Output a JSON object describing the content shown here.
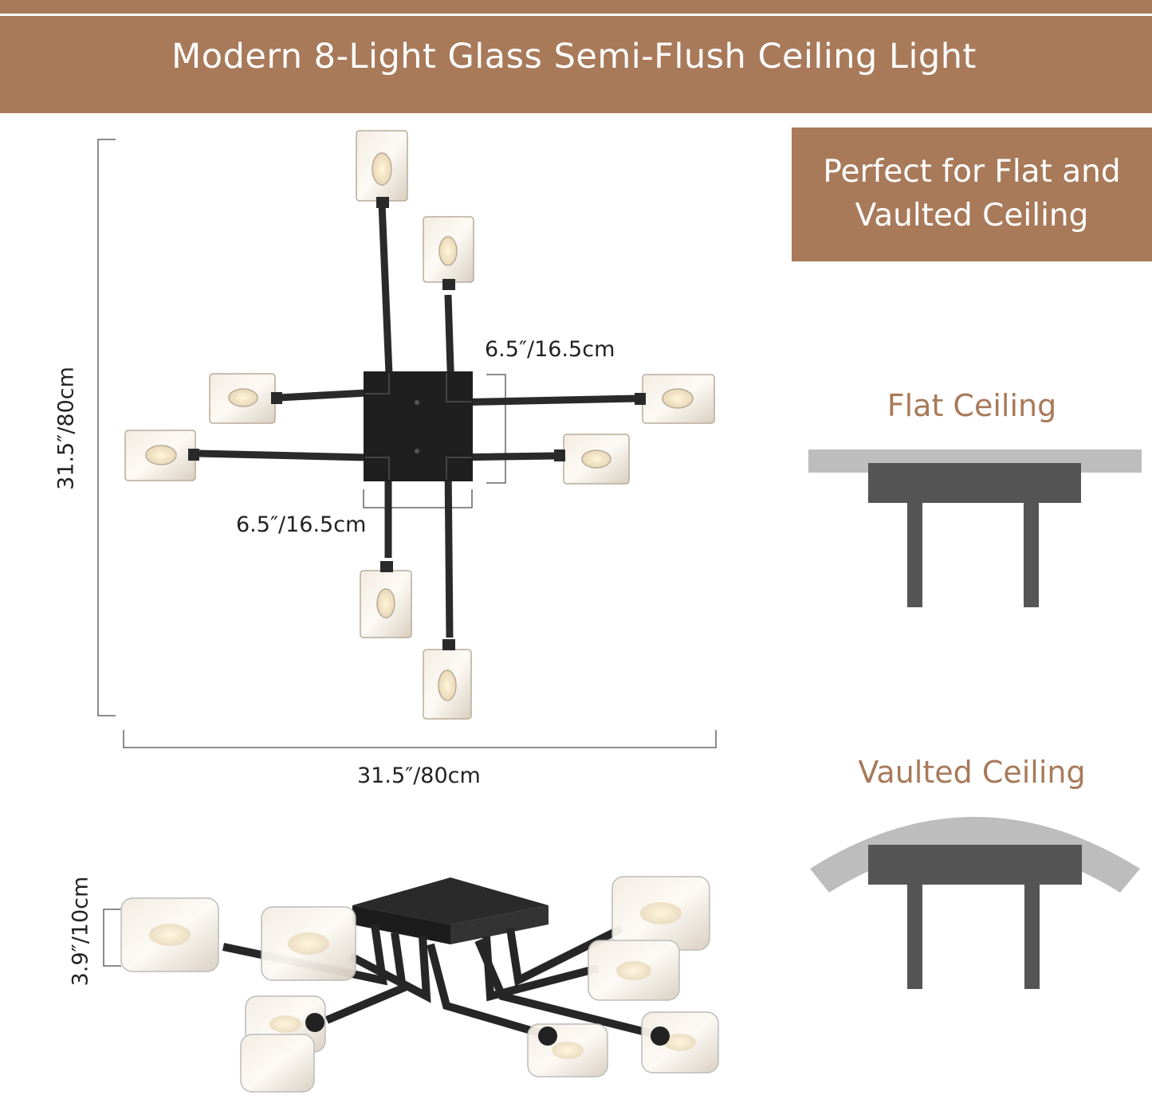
{
  "header": {
    "title": "Modern 8-Light Glass Semi-Flush Ceiling Light"
  },
  "callout": {
    "line1": "Perfect for Flat and",
    "line2": "Vaulted Ceiling"
  },
  "ceilings": {
    "flat_label": "Flat Ceiling",
    "vaulted_label": "Vaulted Ceiling"
  },
  "dimensions": {
    "height": "31.5″/80cm",
    "width": "31.5″/80cm",
    "arm_offset_right": "6.5″/16.5cm",
    "arm_offset_bottom": "6.5″/16.5cm",
    "fixture_height": "3.9″/10cm"
  },
  "colors": {
    "brand": "#a87a5a",
    "ceiling_gray": "#bdbdbd",
    "fixture_dark": "#555555"
  }
}
